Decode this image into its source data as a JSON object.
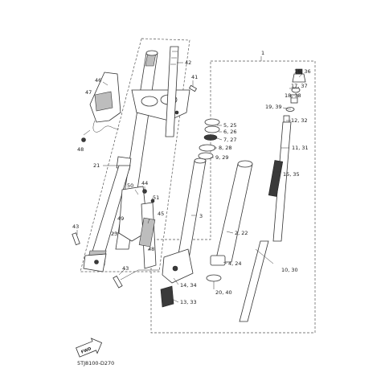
{
  "diagram": {
    "code": "5TJ8100-D270",
    "fwd_label": "FWD",
    "labels": [
      "1",
      "16, 36",
      "17, 37",
      "18, 38",
      "19, 39",
      "12, 32",
      "11, 31",
      "15, 35",
      "10, 30",
      "5, 25",
      "6, 26",
      "7, 27",
      "8, 28",
      "9, 29",
      "2, 22",
      "4, 24",
      "20, 40",
      "3",
      "14, 34",
      "13, 33",
      "42",
      "41",
      "46",
      "47",
      "48",
      "21",
      "50",
      "44",
      "51",
      "49",
      "45",
      "23",
      "43",
      "43",
      "48"
    ]
  }
}
